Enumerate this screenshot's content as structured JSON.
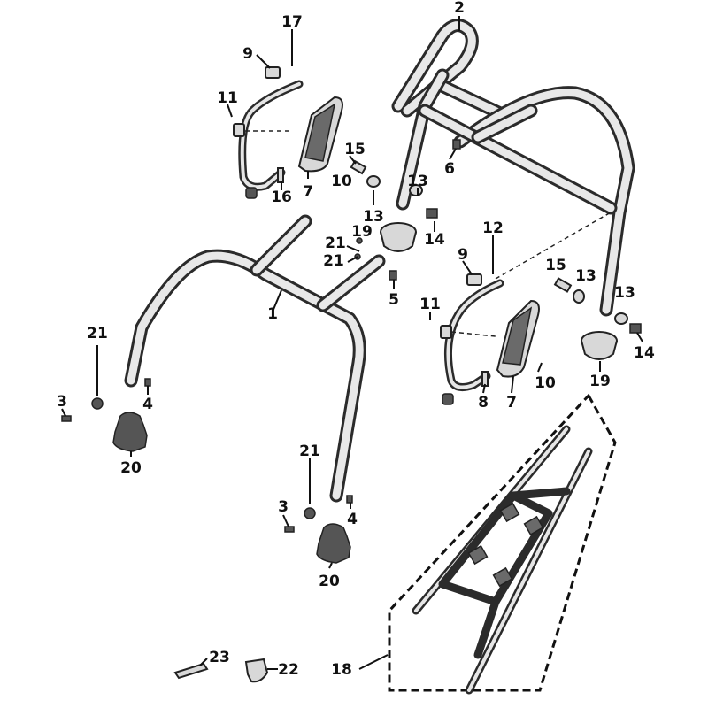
{
  "diagram": {
    "part_numbers": {
      "p1": "1",
      "p2": "2",
      "p3a": "3",
      "p3b": "3",
      "p4a": "4",
      "p4b": "4",
      "p5": "5",
      "p6": "6",
      "p7a": "7",
      "p7b": "7",
      "p8": "8",
      "p9a": "9",
      "p9b": "9",
      "p10a": "10",
      "p10b": "10",
      "p11a": "11",
      "p11b": "11",
      "p12": "12",
      "p13a": "13",
      "p13b": "13",
      "p13c": "13",
      "p13d": "13",
      "p14a": "14",
      "p14b": "14",
      "p15a": "15",
      "p15b": "15",
      "p16": "16",
      "p17": "17",
      "p18": "18",
      "p19a": "19",
      "p19b": "19",
      "p20a": "20",
      "p20b": "20",
      "p21a": "21",
      "p21b": "21",
      "p21c": "21",
      "p21d": "21",
      "p22": "22",
      "p23": "23"
    }
  }
}
